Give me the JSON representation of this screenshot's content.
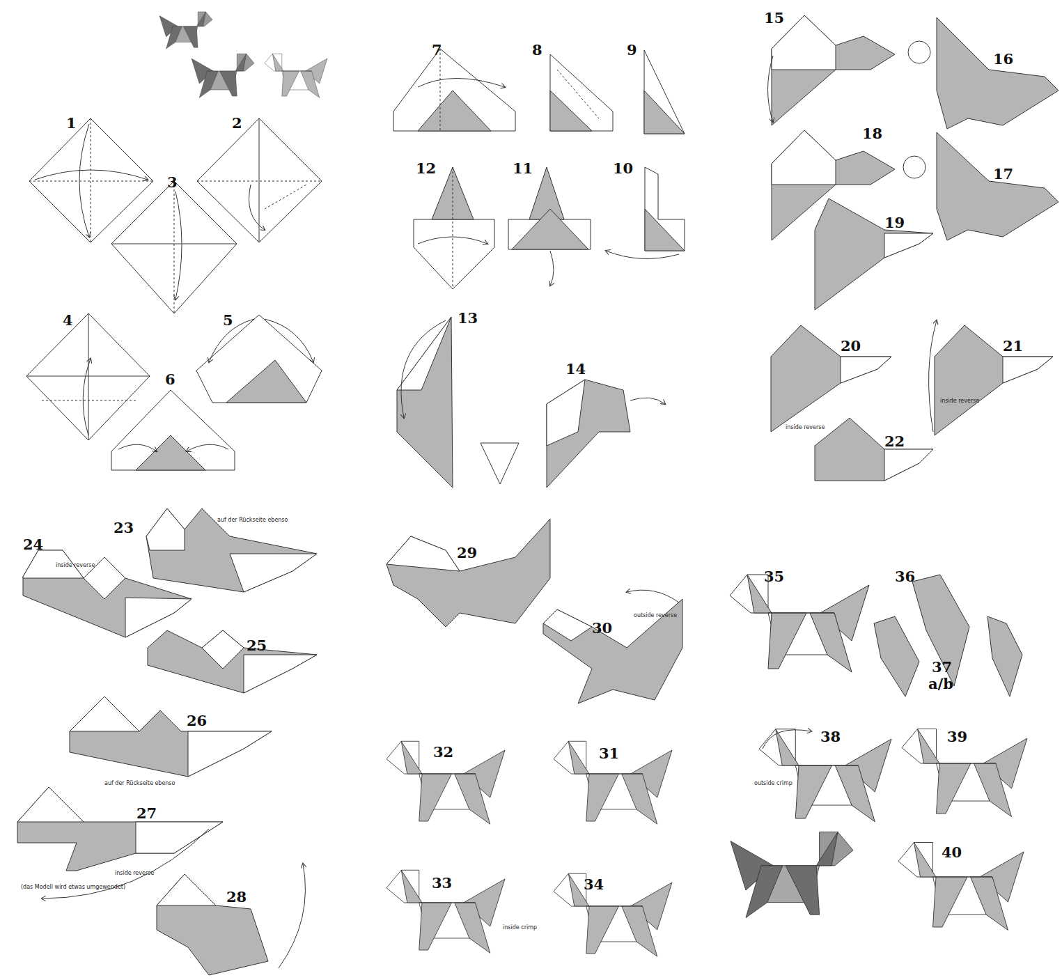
{
  "diagram": {
    "labels": [
      "1",
      "2",
      "3",
      "4",
      "5",
      "6",
      "7",
      "8",
      "9",
      "12",
      "11",
      "10",
      "13",
      "14",
      "15",
      "16",
      "18",
      "17",
      "19",
      "20",
      "21",
      "inside reverse",
      "inside reverse",
      "22",
      "24",
      "23",
      "auf der Rückseite ebenso",
      "inside reverse",
      "25",
      "26",
      "auf der Rückseite ebenso",
      "27",
      "inside reverse",
      "(das Modell wird etwas umgewendet)",
      "28",
      "29",
      "30",
      "outside reverse",
      "32",
      "31",
      "33",
      "inside crimp",
      "34",
      "35",
      "36",
      "37",
      "a/b",
      "38",
      "39",
      "outside crimp",
      "40"
    ]
  }
}
